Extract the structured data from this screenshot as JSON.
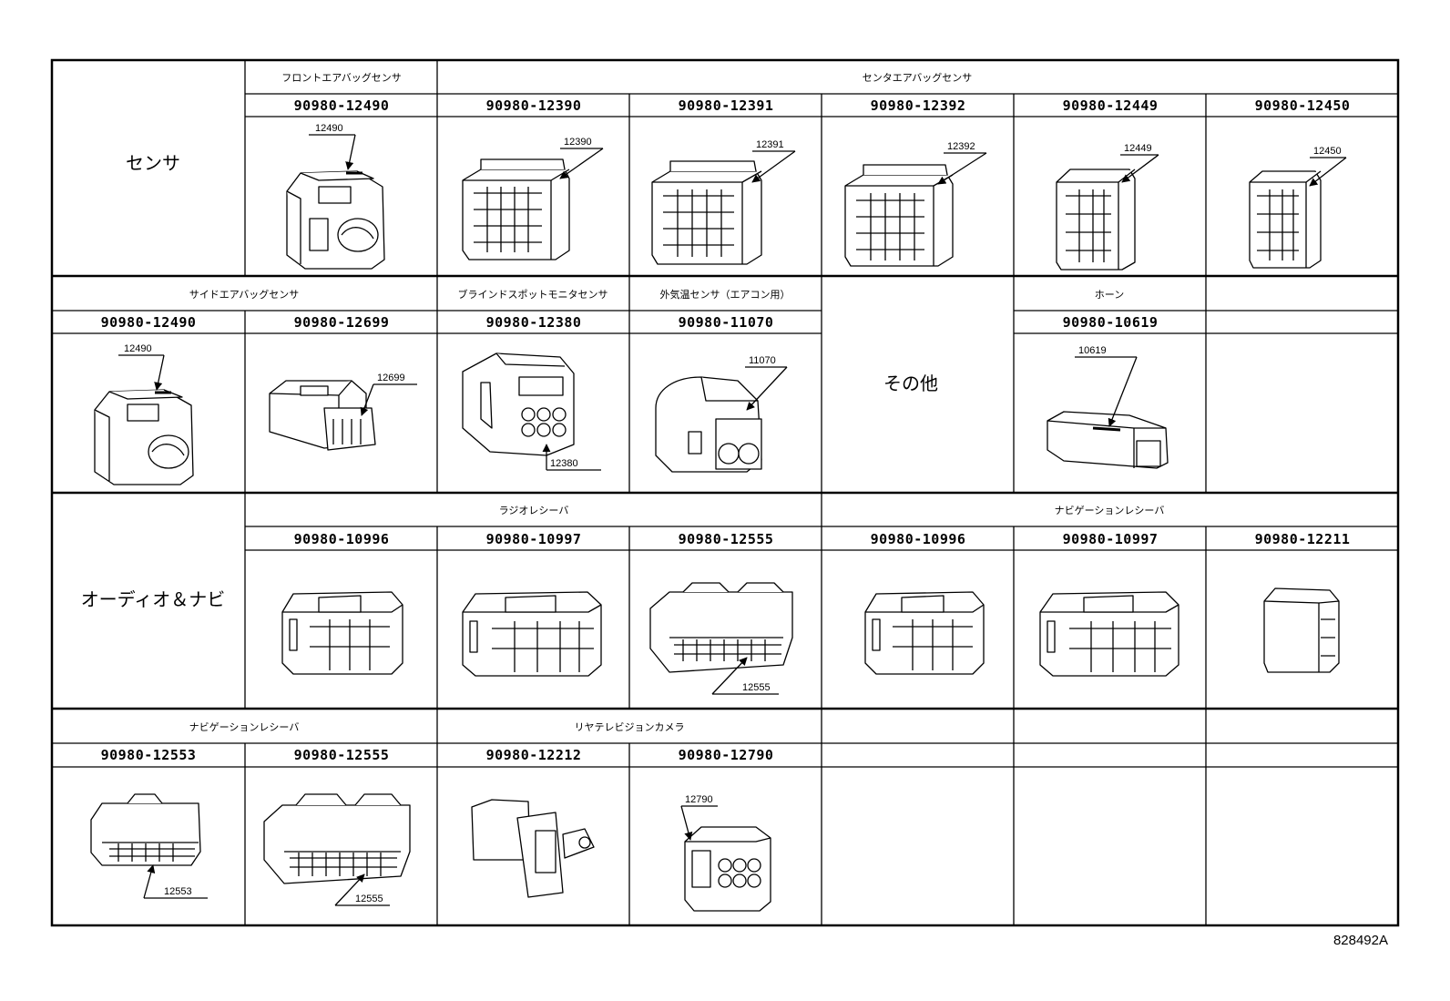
{
  "drawing_code": "828492A",
  "categories": {
    "sensor": "センサ",
    "other": "その他",
    "audio_navi": "オーディオ＆ナビ"
  },
  "row1": {
    "groups": [
      "フロントエアバッグセンサ",
      "センタエアバッグセンサ"
    ],
    "part_numbers": [
      "90980-12490",
      "90980-12390",
      "90980-12391",
      "90980-12392",
      "90980-12449",
      "90980-12450"
    ],
    "callouts": [
      "12490",
      "12390",
      "12391",
      "12392",
      "12449",
      "12450"
    ]
  },
  "row2": {
    "groups": [
      "サイドエアバッグセンサ",
      "ブラインドスポットモニタセンサ",
      "外気温センサ（エアコン用）",
      "ホーン"
    ],
    "part_numbers": [
      "90980-12490",
      "90980-12699",
      "90980-12380",
      "90980-11070",
      "90980-10619"
    ],
    "callouts": [
      "12490",
      "12699",
      "12380",
      "11070",
      "10619"
    ]
  },
  "row3": {
    "groups": [
      "ラジオレシーバ",
      "ナビゲーションレシーバ"
    ],
    "part_numbers": [
      "90980-10996",
      "90980-10997",
      "90980-12555",
      "90980-10996",
      "90980-10997",
      "90980-12211"
    ],
    "callouts": [
      "12555"
    ]
  },
  "row4": {
    "groups": [
      "ナビゲーションレシーバ",
      "リヤテレビジョンカメラ"
    ],
    "part_numbers": [
      "90980-12553",
      "90980-12555",
      "90980-12212",
      "90980-12790"
    ],
    "callouts": [
      "12553",
      "12555",
      "12790"
    ]
  }
}
